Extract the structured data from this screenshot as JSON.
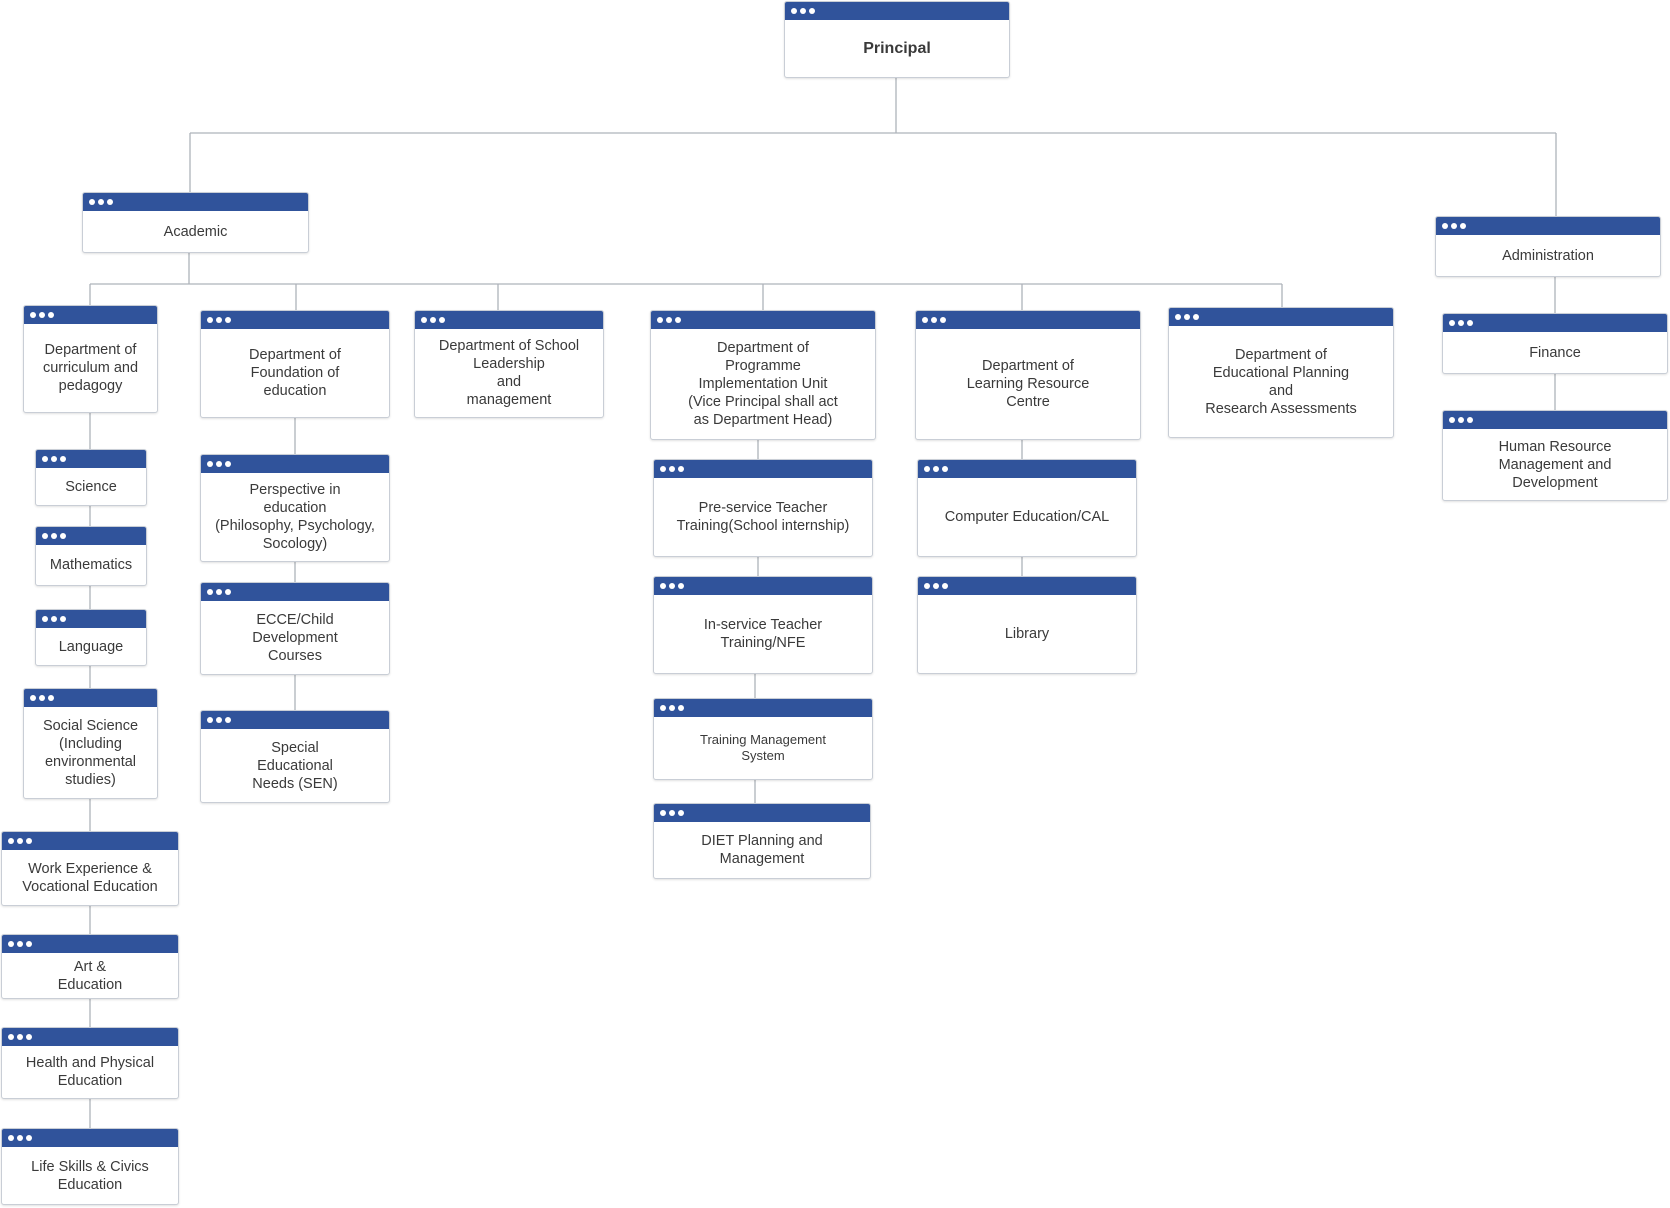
{
  "colors": {
    "header": "#30539b",
    "line": "#aeb3ba",
    "border": "#c9ced6",
    "text": "#3a3a3a"
  },
  "icons": {
    "window_dots": "three-dots-icon"
  },
  "org": {
    "principal": "Principal",
    "academic": "Academic",
    "administration": "Administration",
    "finance": "Finance",
    "hr": "Human Resource\nManagement and\nDevelopment",
    "dept_curriculum": "Department of\ncurriculum and\npedagogy",
    "science": "Science",
    "mathematics": "Mathematics",
    "language": "Language",
    "social_science": "Social Science\n(Including\nenvironmental\nstudies)",
    "work_experience": "Work Experience &\nVocational Education",
    "art_education": "Art &\nEducation",
    "health_pe": "Health and Physical\nEducation",
    "life_skills": "Life Skills & Civics\nEducation",
    "dept_foundation": "Department of\nFoundation of\neducation",
    "perspective": "Perspective in\neducation\n(Philosophy, Psychology,\nSocology)",
    "ecce": "ECCE/Child\nDevelopment\nCourses",
    "sen": "Special\nEducational\nNeeds (SEN)",
    "dept_leadership": "Department of  School\nLeadership\nand\nmanagement",
    "dept_piu": "Department of\nProgramme\nImplementation Unit\n(Vice Principal shall act\nas Department Head)",
    "pre_service": "Pre-service Teacher\nTraining(School internship)",
    "in_service": "In-service Teacher\nTraining/NFE",
    "tms": "Training Management\nSystem",
    "diet": "DIET Planning and\nManagement",
    "dept_lrc": "Department of\nLearning Resource\nCentre",
    "computer_ed": "Computer Education/CAL",
    "library": "Library",
    "dept_planning": "Department of\nEducational Planning\nand\nResearch Assessments"
  }
}
